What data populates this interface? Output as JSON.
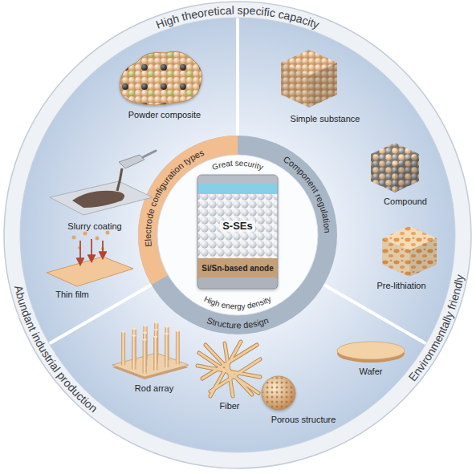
{
  "diagram": {
    "nodes": [
      {
        "text": [
          "S-SEs"
        ]
      },
      {
        "text": [
          "Si/Sn-based anode"
        ]
      }
    ],
    "labels": [
      "High theoretical specific capacity",
      "Environmentally friendly",
      "Abundant industrial production",
      "Electrode configuration types",
      "Component regulation",
      "Structure design",
      "Great security",
      "High energy density",
      "Powder composite",
      "Slurry coating",
      "Thin film",
      "Simple substance",
      "Compound",
      "Pre-lithiation",
      "Rod array",
      "Fiber",
      "Porous structure",
      "Wafer"
    ]
  }
}
